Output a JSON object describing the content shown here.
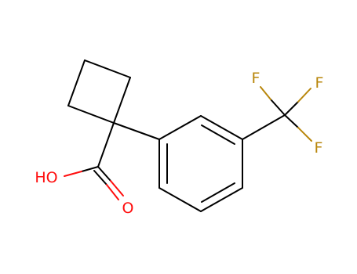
{
  "molecule": {
    "atoms": {
      "oh": {
        "text": "HO",
        "color": "#ff0d0d"
      },
      "o_carbonyl": {
        "text": "O",
        "color": "#ff0d0d"
      },
      "f1": {
        "text": "F",
        "color": "#b8860b"
      },
      "f2": {
        "text": "F",
        "color": "#b8860b"
      },
      "f3": {
        "text": "F",
        "color": "#b8860b"
      }
    },
    "colors": {
      "carbon_bond": "#000000",
      "oxygen": "#ff0d0d",
      "fluorine": "#b8860b"
    }
  }
}
